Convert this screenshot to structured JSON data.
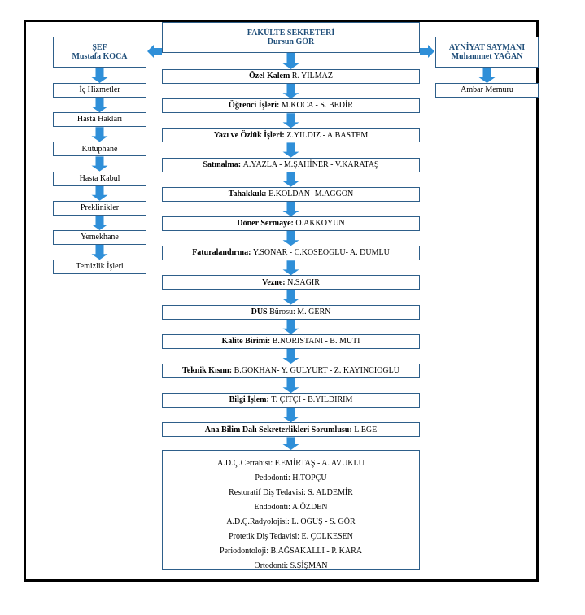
{
  "top": {
    "title": "FAKÜLTE SEKRETERİ",
    "name": "Dursun GÖR"
  },
  "left_head": {
    "title": "ŞEF",
    "name": "Mustafa KOCA"
  },
  "right_head": {
    "title": "AYNİYAT SAYMANI",
    "name": "Muhammet YAĞAN"
  },
  "right_items": [
    "Ambar Memuru"
  ],
  "left_items": [
    "İç Hizmetler",
    "Hasta Hakları",
    "Kütüphane",
    "Hasta Kabul",
    "Preklinikler",
    "Yemekhane",
    "Temizlik İşleri"
  ],
  "center_items": [
    {
      "label": "Özel Kalem",
      "names": "R. YILMAZ"
    },
    {
      "label": "Öğrenci İşleri:",
      "names": "M.KOCA - S. BEDİR"
    },
    {
      "label": "Yazı ve Özlük İşleri:",
      "names": "Z.YILDIZ - A.BASTEM"
    },
    {
      "label": "Satınalma:",
      "names": "A.YAZLA - M.ŞAHİNER - V.KARATAŞ"
    },
    {
      "label": "Tahakkuk:",
      "names": "E.KOLDAN- M.AGGON"
    },
    {
      "label": "Döner Sermaye:",
      "names": "O.AKKOYUN"
    },
    {
      "label": "Faturalandırma:",
      "names": "Y.SONAR - C.KOSEOGLU- A. DUMLU"
    },
    {
      "label": "Vezne:",
      "names": "N.SAGIR"
    },
    {
      "label": "DUS",
      "names": "Bürosu: M. GERN"
    },
    {
      "label": "Kalite Birimi:",
      "names": "B.NORISTANI - B. MUTI"
    },
    {
      "label": "Teknik Kısım:",
      "names": "B.GOKHAN- Y. GULYURT - Z. KAYINCIOGLU"
    },
    {
      "label": "Bilgi İşlem:",
      "names": "T. ÇITÇI - B.YILDIRIM"
    },
    {
      "label": "Ana Bilim Dalı Sekreterlikleri Sorumlusu:",
      "names": "L.EGE"
    }
  ],
  "departments": [
    "A.D.Ç.Cerrahisi: F.EMİRTAŞ - A. AVUKLU",
    "Pedodonti: H.TOPÇU",
    "Restoratif Diş Tedavisi: S. ALDEMİR",
    "Endodonti: A.ÖZDEN",
    "A.D.Ç.Radyolojisi: L. OĞUŞ - S. GÖR",
    "Protetik Diş Tedavisi: E. ÇOLKESEN",
    "Periodontoloji: B.AĞSAKALLI - P. KARA",
    "Ortodonti: S.ŞİŞMAN"
  ],
  "colors": {
    "border": "#2e5f8a",
    "arrow": "#2f8fd8",
    "title": "#1f4e79"
  }
}
